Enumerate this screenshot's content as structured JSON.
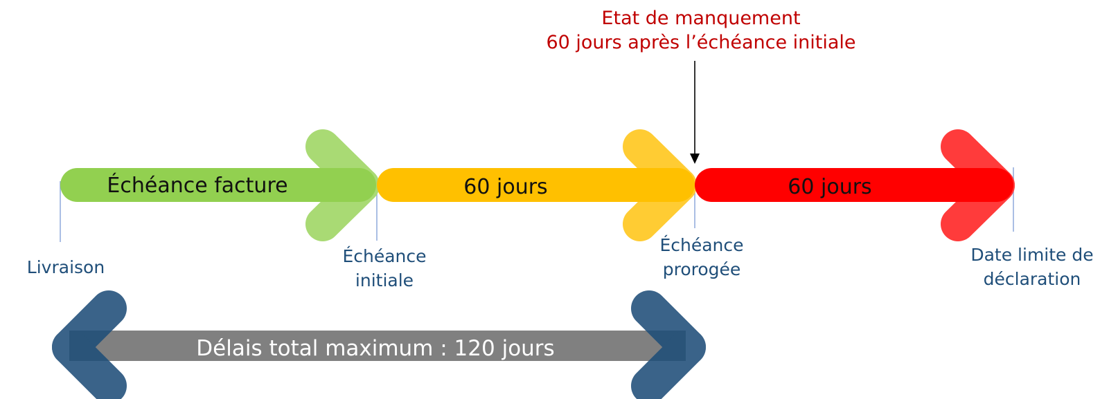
{
  "annotation": {
    "line1": "Etat de manquement",
    "line2": "60 jours après l’échéance initiale"
  },
  "segments": [
    {
      "label": "Échéance facture",
      "color": "#92D050",
      "arrow_color": "#A9DA74"
    },
    {
      "label": "60 jours",
      "color": "#FFC000",
      "arrow_color": "#FFCC33"
    },
    {
      "label": "60 jours",
      "color": "#FF0000",
      "arrow_color": "#FF3B3B"
    }
  ],
  "milestones": {
    "livraison": "Livraison",
    "initiale": [
      "Échéance",
      "initiale"
    ],
    "prorogee": [
      "Échéance",
      "prorogée"
    ],
    "limite": [
      "Date limite de",
      "déclaration"
    ]
  },
  "total": {
    "label": "Délais total maximum : 120 jours",
    "bar_color": "#808080",
    "arrow_color": "#1F4E79"
  },
  "colors": {
    "tick": "#8EA9DB",
    "milestone_text": "#1F4E79",
    "annotation_text": "#C00000"
  }
}
